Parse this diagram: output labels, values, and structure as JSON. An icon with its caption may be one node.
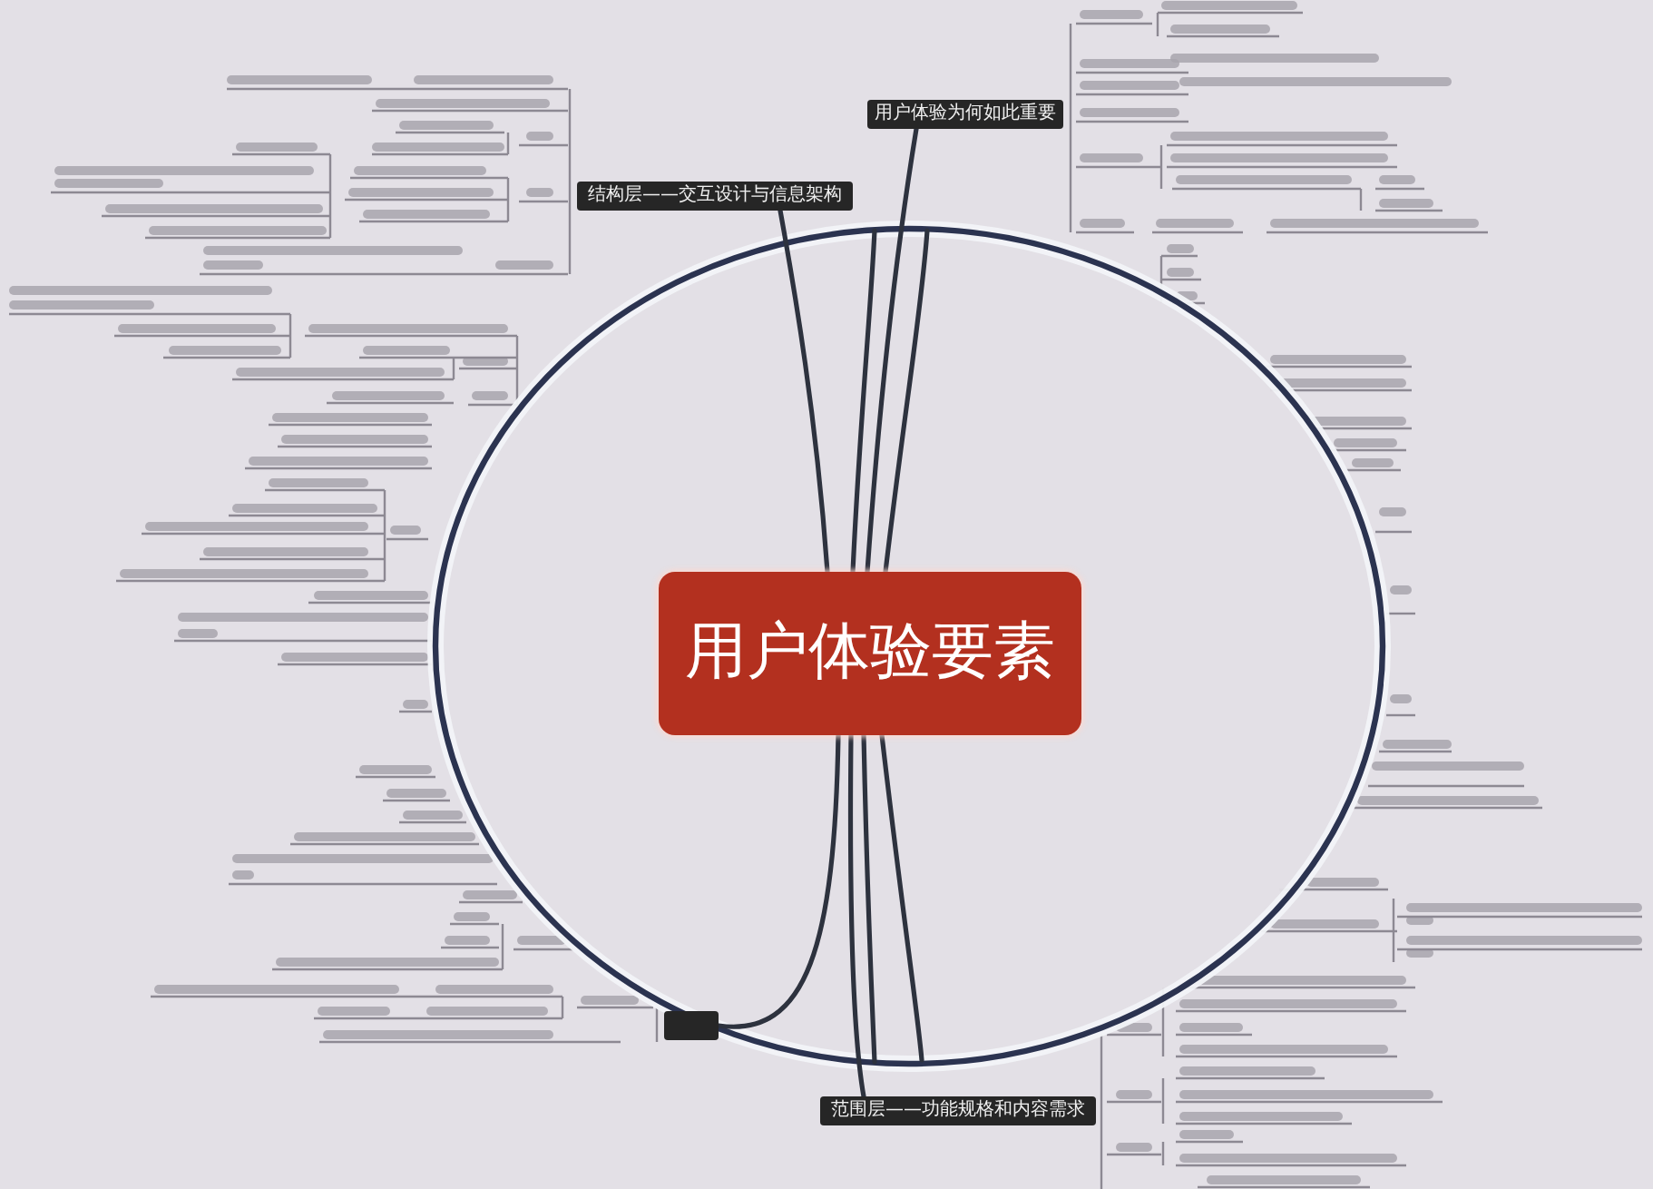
{
  "diagram": {
    "nodes": [
      {
        "text": [
          "用户体验要素"
        ]
      },
      {
        "text": [
          "结构层——交互设计与信息架构"
        ]
      },
      {
        "text": [
          "用户体验为何如此重要"
        ]
      },
      {
        "text": [
          "范围层——功能规格和内容需求"
        ]
      },
      {
        "text": [],
        "shape": "box"
      }
    ],
    "edges": [
      {
        "from": 0,
        "to": 1,
        "arrow": "none"
      },
      {
        "from": 0,
        "to": null,
        "arrow": "none"
      },
      {
        "from": 0,
        "to": 2,
        "arrow": "none"
      },
      {
        "from": 0,
        "to": null,
        "arrow": "none"
      },
      {
        "from": 0,
        "to": 4,
        "arrow": "none"
      },
      {
        "from": 0,
        "to": null,
        "arrow": "none"
      },
      {
        "from": 0,
        "to": 3,
        "arrow": "none"
      },
      {
        "from": 0,
        "to": null,
        "arrow": "none"
      }
    ]
  }
}
